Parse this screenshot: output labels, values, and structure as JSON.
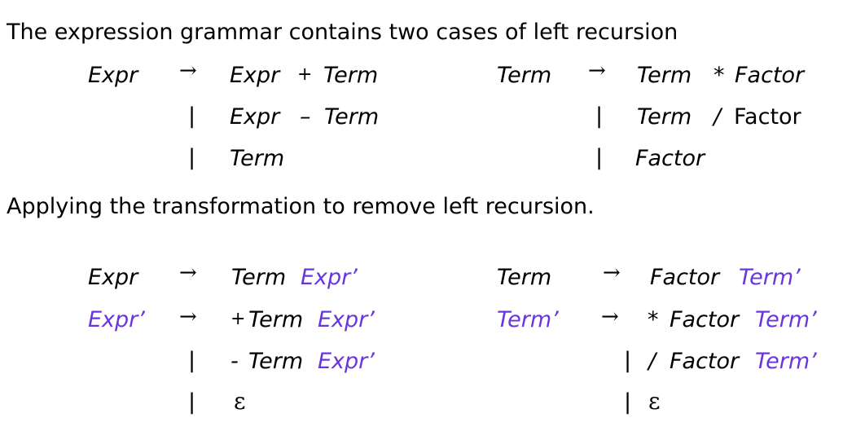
{
  "intro_text": "The expression grammar contains two cases of left recursion",
  "transform_text": "Applying the transformation to remove left recursion.",
  "colors": {
    "text": "#000000",
    "new_nonterminal": "#6a35e0"
  },
  "original": {
    "expr": {
      "lhs": "Expr",
      "arrow": "→",
      "rule1": {
        "a": "Expr",
        "op": "+",
        "b": "Term"
      },
      "rule2": {
        "bar": "|",
        "a": "Expr",
        "op": "–",
        "b": "Term"
      },
      "rule3": {
        "bar": "|",
        "a": "Term"
      }
    },
    "term": {
      "lhs": "Term",
      "arrow": "→",
      "rule1": {
        "a": "Term",
        "op": "*",
        "b": "Factor"
      },
      "rule2": {
        "bar": "|",
        "a": "Term",
        "op": "/",
        "b": "Factor"
      },
      "rule3": {
        "bar": "|",
        "a": "Factor"
      }
    }
  },
  "transformed": {
    "expr": {
      "lhs": "Expr",
      "arrow": "→",
      "rhs": {
        "a": "Term",
        "b": "Expr’"
      },
      "prime_lhs": "Expr’",
      "prime_arrow": "→",
      "prime_rule1": {
        "op": "+",
        "a": "Term",
        "b": "Expr’"
      },
      "prime_rule2": {
        "bar": "|",
        "op": "-",
        "a": "Term",
        "b": "Expr’"
      },
      "prime_rule3": {
        "bar": "|",
        "eps": "ε"
      }
    },
    "term": {
      "lhs": "Term",
      "arrow": "→",
      "rhs": {
        "a": "Factor",
        "b": "Term’"
      },
      "prime_lhs": "Term’",
      "prime_arrow": "→",
      "prime_rule1": {
        "op": "*",
        "a": "Factor",
        "b": "Term’"
      },
      "prime_rule2": {
        "bar": "|",
        "op": "/",
        "a": "Factor",
        "b": "Term’"
      },
      "prime_rule3": {
        "bar": "|",
        "eps": "ε"
      }
    }
  }
}
